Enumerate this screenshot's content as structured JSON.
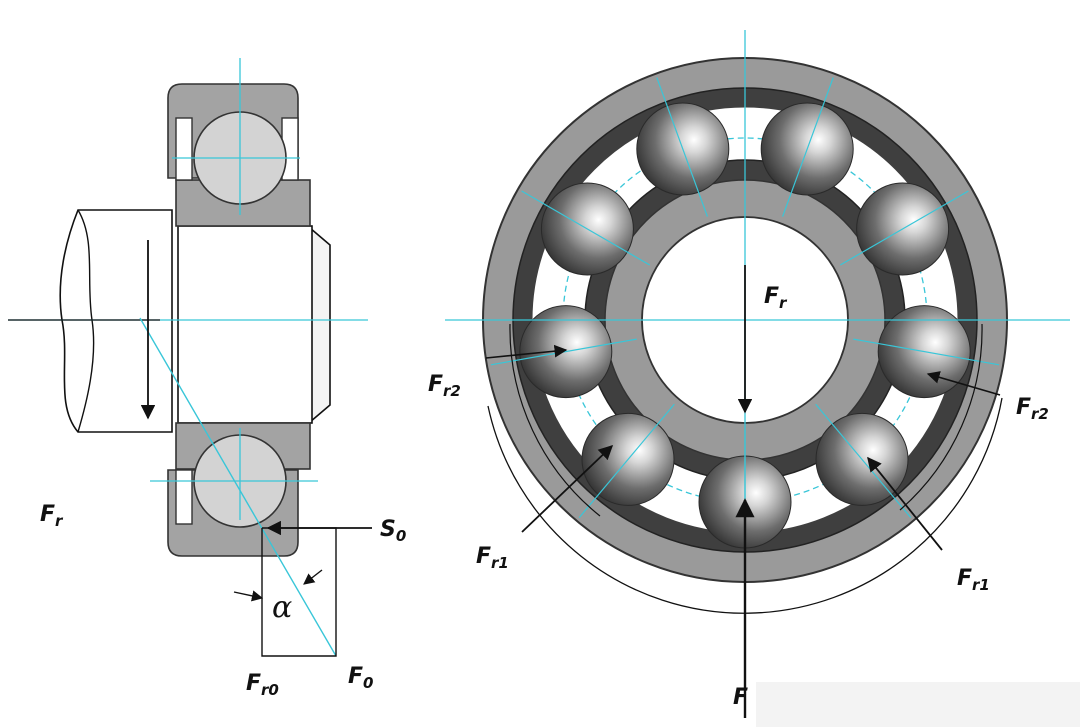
{
  "colors": {
    "steel_light": "#a9a9a9",
    "steel_mid": "#8e8e8e",
    "steel_dark": "#3d3d3d",
    "cage": "#444444",
    "center_line": "#39c6d8",
    "line": "#111111"
  },
  "labels": {
    "side_fr_main": "F",
    "side_fr_sub": "r",
    "s0_main": "S",
    "s0_sub": "0",
    "alpha": "α",
    "fr0_main": "F",
    "fr0_sub": "r0",
    "f0_main": "F",
    "f0_sub": "0",
    "front_fr_main": "F",
    "front_fr_sub": "r",
    "fr2_left_main": "F",
    "fr2_left_sub": "r2",
    "fr2_right_main": "F",
    "fr2_right_sub": "r2",
    "fr1_left_main": "F",
    "fr1_left_sub": "r1",
    "fr1_right_main": "F",
    "fr1_right_sub": "r1",
    "bottom_f_main": "F"
  }
}
